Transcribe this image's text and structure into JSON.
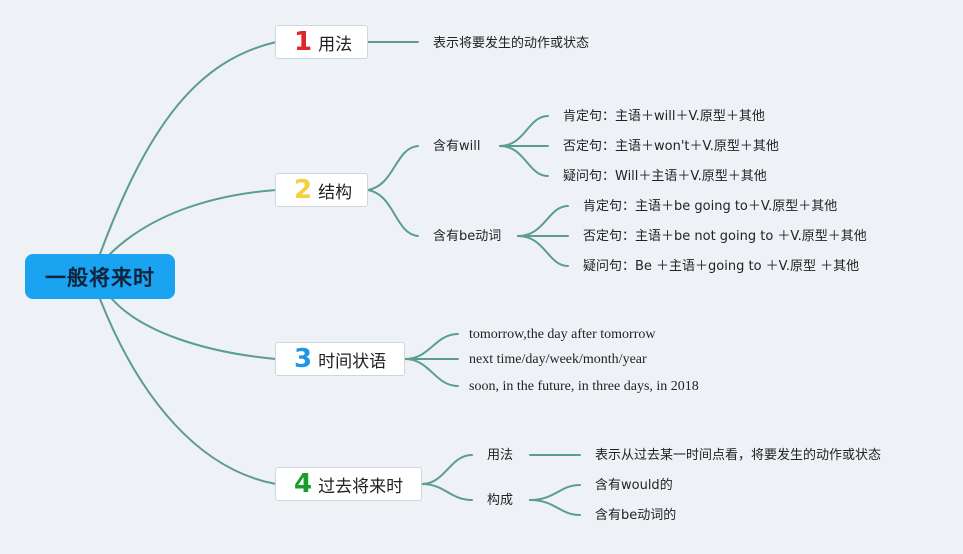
{
  "root": {
    "label": "一般将来时"
  },
  "branches": [
    {
      "number": "1",
      "title": "用法",
      "color": "#e0262b",
      "children": [
        {
          "label": "表示将要发生的动作或状态"
        }
      ]
    },
    {
      "number": "2",
      "title": "结构",
      "color": "#f4d03f",
      "children": [
        {
          "label": "含有will",
          "children": [
            {
              "label": "肯定句：主语＋will＋V.原型＋其他"
            },
            {
              "label": "否定句：主语＋won't＋V.原型＋其他"
            },
            {
              "label": "疑问句：Will＋主语＋V.原型＋其他"
            }
          ]
        },
        {
          "label": "含有be动词",
          "children": [
            {
              "label": "肯定句：主语＋be going to＋V.原型＋其他"
            },
            {
              "label": "否定句：主语＋be not going to ＋V.原型＋其他"
            },
            {
              "label": "疑问句：Be ＋主语＋going to ＋V.原型 ＋其他"
            }
          ]
        }
      ]
    },
    {
      "number": "3",
      "title": "时间状语",
      "color": "#2196e8",
      "children": [
        {
          "label": "tomorrow,the day after tomorrow"
        },
        {
          "label": "next time/day/week/month/year"
        },
        {
          "label": "soon, in the future, in three days, in 2018"
        }
      ]
    },
    {
      "number": "4",
      "title": "过去将来时",
      "color": "#1a9d2a",
      "children": [
        {
          "label": "用法",
          "children": [
            {
              "label": "表示从过去某一时间点看，将要发生的动作或状态"
            }
          ]
        },
        {
          "label": "构成",
          "children": [
            {
              "label": "含有would的"
            },
            {
              "label": "含有be动词的"
            }
          ]
        }
      ]
    }
  ],
  "colors": {
    "line": "#5b9d8f",
    "root_fill": "#1aa3f0",
    "background": "#eef2f6"
  }
}
